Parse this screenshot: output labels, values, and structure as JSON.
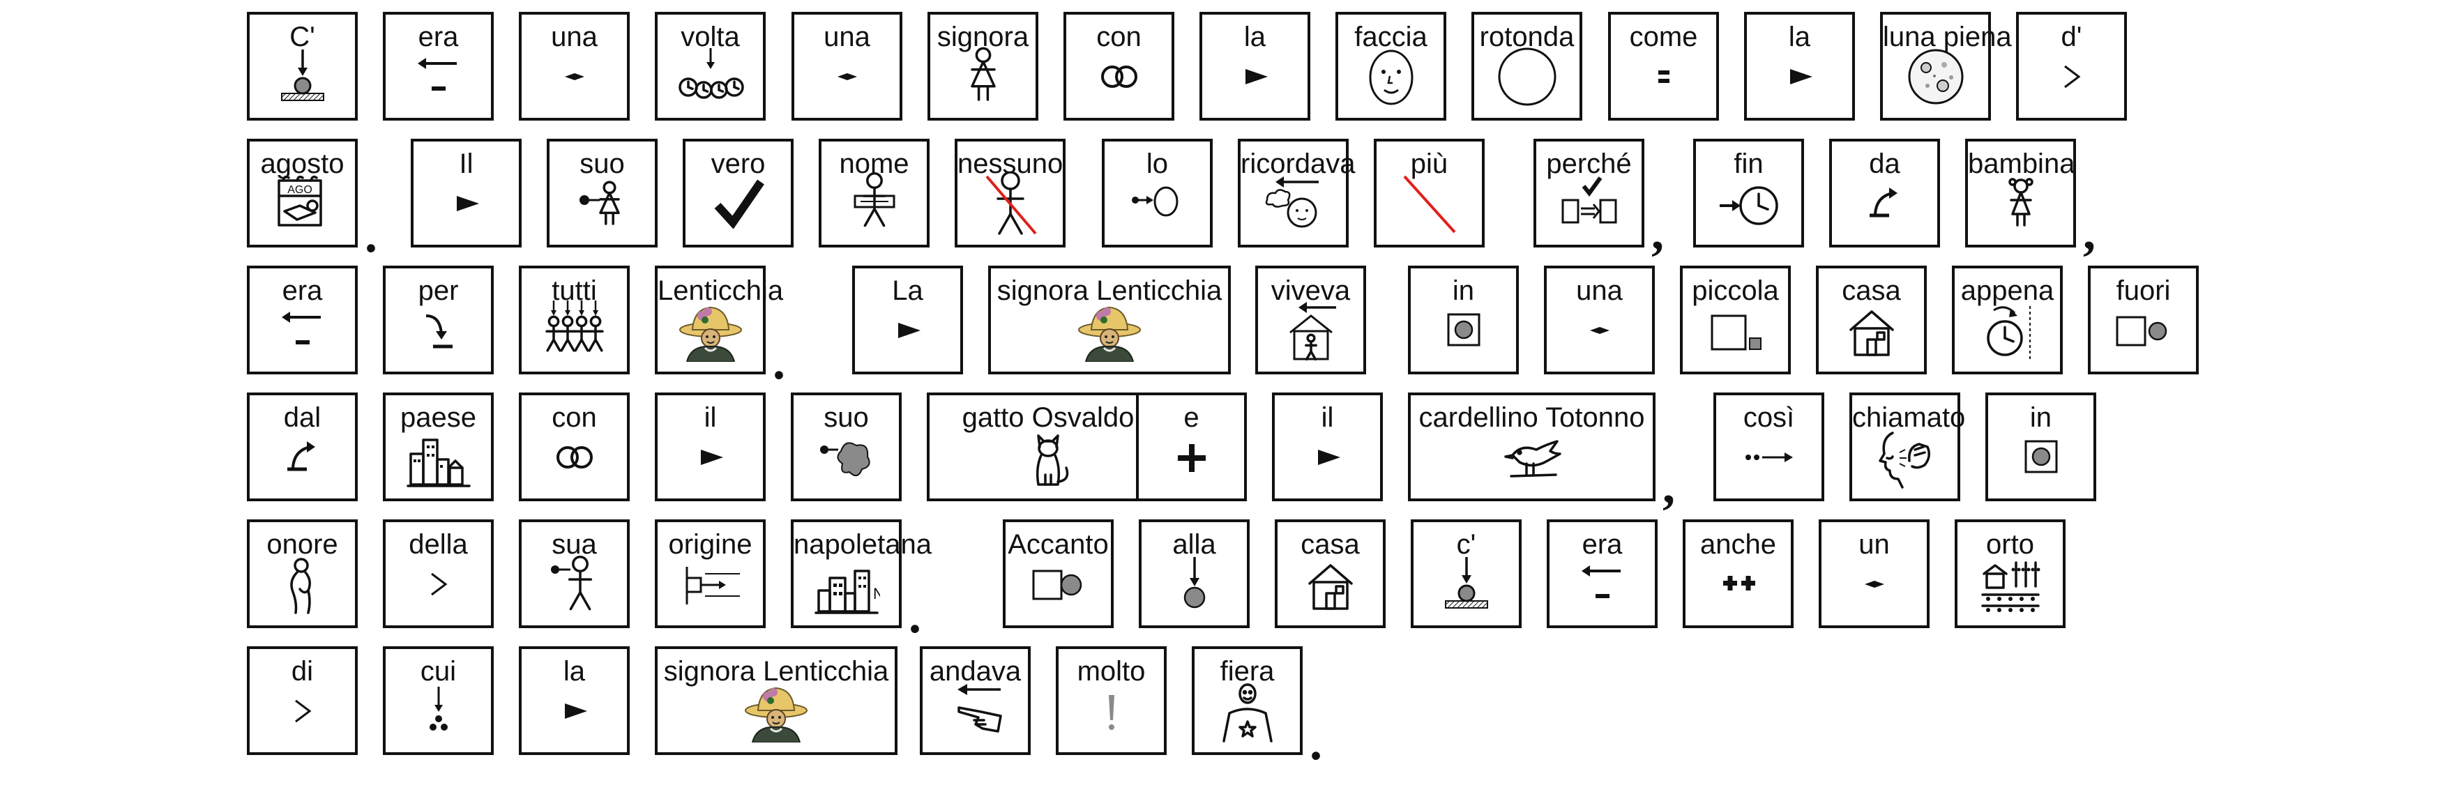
{
  "rows": [
    {
      "cells": [
        {
          "label": "C'",
          "icon": "exist-icon",
          "w": 1
        },
        {
          "label": "era",
          "icon": "past-tense-icon",
          "w": 1
        },
        {
          "label": "una",
          "icon": "article-dot-icon",
          "w": 1
        },
        {
          "label": "volta",
          "icon": "clock-once-icon",
          "w": 1
        },
        {
          "label": "una",
          "icon": "article-dot-icon",
          "w": 1
        },
        {
          "label": "signora",
          "icon": "woman-icon",
          "w": 1
        },
        {
          "label": "con",
          "icon": "rings-icon",
          "w": 1
        },
        {
          "label": "la",
          "icon": "article-triangle-icon",
          "w": 1
        },
        {
          "label": "faccia",
          "icon": "face-icon",
          "w": 1
        },
        {
          "label": "rotonda",
          "icon": "circle-icon",
          "w": 1
        },
        {
          "label": "come",
          "icon": "equal-icon",
          "w": 1
        },
        {
          "label": "la",
          "icon": "article-triangle-icon",
          "w": 1
        },
        {
          "label": "luna piena",
          "icon": "full-moon-icon",
          "w": 1
        },
        {
          "label": "d'",
          "icon": "greater-than-icon",
          "w": 1
        }
      ],
      "after": {}
    },
    {
      "cells": [
        {
          "label": "agosto",
          "icon": "calendar-august-icon",
          "w": 1
        },
        {
          "label": "Il",
          "icon": "article-triangle-icon",
          "w": 1
        },
        {
          "label": "suo",
          "icon": "possessive-woman-icon",
          "w": 1
        },
        {
          "label": "vero",
          "icon": "checkmark-icon",
          "w": 1
        },
        {
          "label": "nome",
          "icon": "name-person-icon",
          "w": 1
        },
        {
          "label": "nessuno",
          "icon": "nobody-icon",
          "w": 1
        },
        {
          "label": "lo",
          "icon": "pronoun-circle-icon",
          "w": 1
        },
        {
          "label": "ricordava",
          "icon": "remember-icon",
          "w": 1
        },
        {
          "label": "più",
          "icon": "negation-slash-icon",
          "w": 1
        },
        {
          "label": "perché",
          "icon": "because-icon",
          "w": 1
        },
        {
          "label": "fin",
          "icon": "clock-since-icon",
          "w": 1
        },
        {
          "label": "da",
          "icon": "from-arrow-icon",
          "w": 1
        },
        {
          "label": "bambina",
          "icon": "girl-icon",
          "w": 1
        }
      ],
      "after": {
        "0": ".",
        "9": ",",
        "12": ","
      }
    },
    {
      "cells": [
        {
          "label": "era",
          "icon": "past-tense-icon",
          "w": 1
        },
        {
          "label": "per",
          "icon": "for-arrow-icon",
          "w": 1
        },
        {
          "label": "tutti",
          "icon": "everyone-icon",
          "w": 1
        },
        {
          "label": "Lenticchia",
          "icon": "lady-hat-icon",
          "w": 1
        },
        {
          "label": "La",
          "icon": "article-triangle-icon",
          "w": 1
        },
        {
          "label": "signora Lenticchia",
          "icon": "lady-hat-icon",
          "w": 2
        },
        {
          "label": "viveva",
          "icon": "live-house-icon",
          "w": 1
        },
        {
          "label": "in",
          "icon": "inside-box-icon",
          "w": 1
        },
        {
          "label": "una",
          "icon": "article-dot-icon",
          "w": 1
        },
        {
          "label": "piccola",
          "icon": "small-squares-icon",
          "w": 1
        },
        {
          "label": "casa",
          "icon": "house-icon",
          "w": 1
        },
        {
          "label": "appena",
          "icon": "just-now-clock-icon",
          "w": 1
        },
        {
          "label": "fuori",
          "icon": "outside-icon",
          "w": 1
        }
      ],
      "after": {
        "3": "."
      }
    },
    {
      "cells": [
        {
          "label": "dal",
          "icon": "from-arrow-icon",
          "w": 1
        },
        {
          "label": "paese",
          "icon": "town-icon",
          "w": 1
        },
        {
          "label": "con",
          "icon": "rings-icon",
          "w": 1
        },
        {
          "label": "il",
          "icon": "article-triangle-icon",
          "w": 1
        },
        {
          "label": "suo",
          "icon": "possessive-blob-icon",
          "w": 1
        },
        {
          "label": "gatto Osvaldo",
          "icon": "cat-icon",
          "w": 2
        },
        {
          "label": "e",
          "icon": "plus-icon",
          "w": 1
        },
        {
          "label": "il",
          "icon": "article-triangle-icon",
          "w": 1
        },
        {
          "label": "cardellino Totonno",
          "icon": "bird-icon",
          "w": 2
        },
        {
          "label": "così",
          "icon": "thus-arrow-icon",
          "w": 1
        },
        {
          "label": "chiamato",
          "icon": "calling-icon",
          "w": 1
        },
        {
          "label": "in",
          "icon": "inside-box-icon",
          "w": 1
        }
      ],
      "after": {
        "8": ","
      }
    },
    {
      "cells": [
        {
          "label": "onore",
          "icon": "honor-person-icon",
          "w": 1
        },
        {
          "label": "della",
          "icon": "greater-than-icon",
          "w": 1
        },
        {
          "label": "sua",
          "icon": "possessive-person-icon",
          "w": 1
        },
        {
          "label": "origine",
          "icon": "origin-icon",
          "w": 1
        },
        {
          "label": "napoletana",
          "icon": "naples-city-icon",
          "w": 1
        },
        {
          "label": "Accanto",
          "icon": "next-to-icon",
          "w": 1
        },
        {
          "label": "alla",
          "icon": "to-the-icon",
          "w": 1
        },
        {
          "label": "casa",
          "icon": "house-icon",
          "w": 1
        },
        {
          "label": "c'",
          "icon": "exist-icon",
          "w": 1
        },
        {
          "label": "era",
          "icon": "past-tense-icon",
          "w": 1
        },
        {
          "label": "anche",
          "icon": "double-plus-icon",
          "w": 1
        },
        {
          "label": "un",
          "icon": "article-dot-icon",
          "w": 1
        },
        {
          "label": "orto",
          "icon": "garden-icon",
          "w": 1
        }
      ],
      "after": {
        "4": "."
      }
    },
    {
      "cells": [
        {
          "label": "di",
          "icon": "greater-than-icon",
          "w": 1
        },
        {
          "label": "cui",
          "icon": "which-icon",
          "w": 1
        },
        {
          "label": "la",
          "icon": "article-triangle-icon",
          "w": 1
        },
        {
          "label": "signora Lenticchia",
          "icon": "lady-hat-icon",
          "w": 2
        },
        {
          "label": "andava",
          "icon": "went-pointing-icon",
          "w": 1
        },
        {
          "label": "molto",
          "icon": "very-exclaim-icon",
          "w": 1
        },
        {
          "label": "fiera",
          "icon": "proud-icon",
          "w": 1
        }
      ],
      "after": {
        "6": "."
      }
    }
  ],
  "colors": {
    "border": "#111111",
    "negation": "#e0201b",
    "gray": "#8a8a8a",
    "hat": "#e7c66a",
    "flower": "#c07aa8",
    "coat": "#3b4a3a"
  }
}
